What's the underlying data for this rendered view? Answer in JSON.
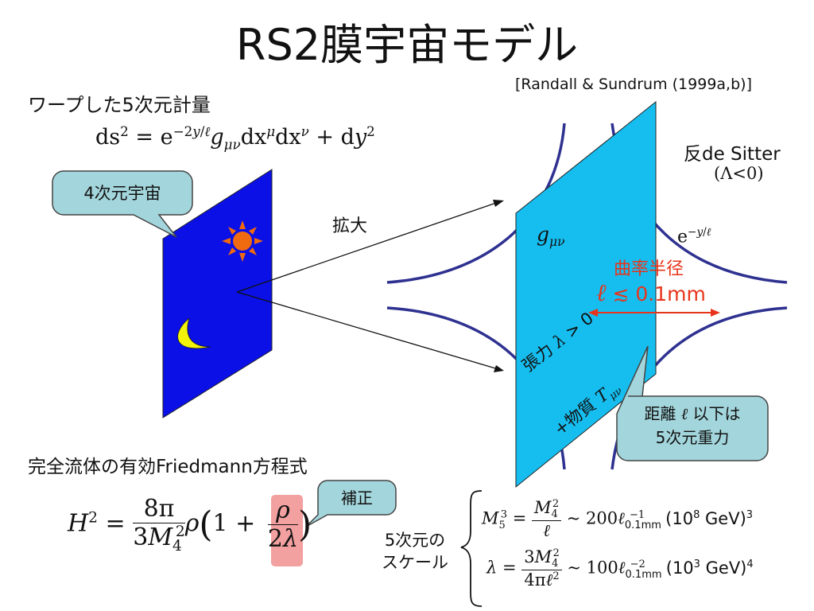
{
  "slide": {
    "title": "RS2膜宇宙モデル",
    "citation": "[Randall & Sundrum (1999a,b)]",
    "metric_heading": "ワープした5次元計量",
    "metric_formula": "ds² = e^{−2y/ℓ} g_{μν}dx^μdx^ν + dy²",
    "callout_4d": "4次元宇宙",
    "expand_label": "拡大",
    "ads_label": "反de Sitter",
    "ads_condition": "(Λ<0)",
    "warp_factor": "e^{−y/ℓ}",
    "metric_on_brane": "g_{μν}",
    "curvature_title": "曲率半径",
    "curvature_value": "ℓ ≲ 0.1mm",
    "tension_label": "張力 λ > 0",
    "matter_label": "+物質 T_{μν}",
    "callout_5d_line1": "距離 ℓ 以下は",
    "callout_5d_line2": "5次元重力",
    "friedmann_heading": "完全流体の有効Friedmann方程式",
    "friedmann_formula": "H² = (8π / 3M₄²) ρ (1 + ρ / 2λ)",
    "correction_label": "補正",
    "scale_label_line1": "5次元の",
    "scale_label_line2": "スケール",
    "scale_formula_1": "M₅³ = M₄²/ℓ ~ 200 ℓ_{0.1mm}^{−1} (10⁸ GeV)³",
    "scale_formula_2": "λ = 3M₄²/(4πℓ²) ~ 100 ℓ_{0.1mm}^{−2} (10³ GeV)⁴",
    "colors": {
      "brane_small": "#0a10e6",
      "brane_large": "#16bef0",
      "callout": "#a3d6dc",
      "curves": "#2e3190",
      "accent_red": "#e8341a",
      "highlight": "#f2a0a0",
      "sun": "#f06a10",
      "moon": "#f2f20a"
    }
  }
}
